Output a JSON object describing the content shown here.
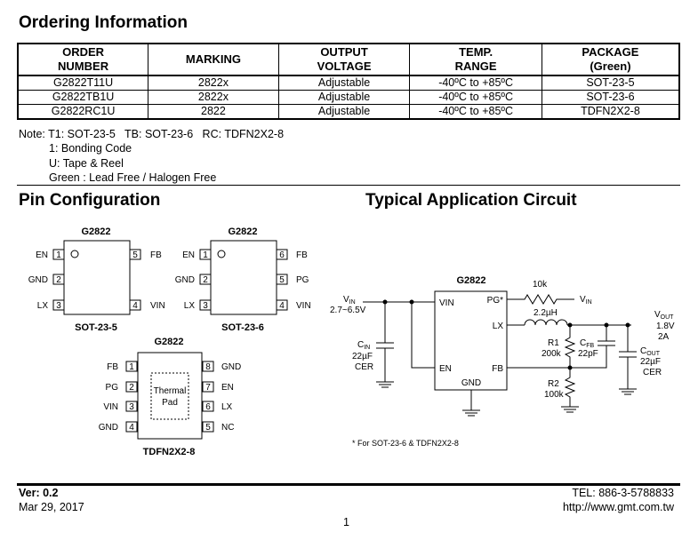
{
  "ordering": {
    "title": "Ordering Information",
    "headers": [
      [
        "ORDER",
        "NUMBER"
      ],
      [
        "MARKING"
      ],
      [
        "OUTPUT",
        "VOLTAGE"
      ],
      [
        "TEMP.",
        "RANGE"
      ],
      [
        "PACKAGE",
        "(Green)"
      ]
    ],
    "rows": [
      [
        "G2822T11U",
        "2822x",
        "Adjustable",
        "-40ºC to +85ºC",
        "SOT-23-5"
      ],
      [
        "G2822TB1U",
        "2822x",
        "Adjustable",
        "-40ºC to +85ºC",
        "SOT-23-6"
      ],
      [
        "G2822RC1U",
        "2822",
        "Adjustable",
        "-40ºC to +85ºC",
        "TDFN2X2-8"
      ]
    ]
  },
  "notes": {
    "line1": "Note: T1: SOT-23-5   TB: SOT-23-6   RC: TDFN2X2-8",
    "line2": "1: Bonding Code",
    "line3": "U: Tape & Reel",
    "line4": "Green : Lead Free / Halogen Free"
  },
  "pin_config": {
    "title": "Pin Configuration",
    "sot235": {
      "chip": "G2822",
      "package": "SOT-23-5",
      "left": [
        [
          "EN",
          "1"
        ],
        [
          "GND",
          "2"
        ],
        [
          "LX",
          "3"
        ]
      ],
      "right": [
        [
          "5",
          "FB"
        ],
        [
          "4",
          "VIN"
        ]
      ]
    },
    "sot236": {
      "chip": "G2822",
      "package": "SOT-23-6",
      "left": [
        [
          "EN",
          "1"
        ],
        [
          "GND",
          "2"
        ],
        [
          "LX",
          "3"
        ]
      ],
      "right": [
        [
          "6",
          "FB"
        ],
        [
          "5",
          "PG"
        ],
        [
          "4",
          "VIN"
        ]
      ]
    },
    "tdfn": {
      "chip": "G2822",
      "package": "TDFN2X2-8",
      "pad_line1": "Thermal",
      "pad_line2": "Pad",
      "left": [
        [
          "FB",
          "1"
        ],
        [
          "PG",
          "2"
        ],
        [
          "VIN",
          "3"
        ],
        [
          "GND",
          "4"
        ]
      ],
      "right": [
        [
          "8",
          "GND"
        ],
        [
          "7",
          "EN"
        ],
        [
          "6",
          "LX"
        ],
        [
          "5",
          "NC"
        ]
      ]
    }
  },
  "circuit": {
    "title": "Typical Application Circuit",
    "chip": "G2822",
    "pin_vin": "VIN",
    "pin_pg": "PG*",
    "pin_lx": "LX",
    "pin_en": "EN",
    "pin_fb": "FB",
    "pin_gnd": "GND",
    "vin_label": "V",
    "vin_sub": "IN",
    "vin_range": "2.7~6.5V",
    "cin_label": "C",
    "cin_sub": "IN",
    "cin_value": "22µF",
    "cin_type": "CER",
    "r_pg": "10k",
    "vin_out_label": "V",
    "vin_out_sub": "IN",
    "inductor": "2.2µH",
    "r1": "R1",
    "r1_value": "200k",
    "cfb": "C",
    "cfb_sub": "FB",
    "cfb_value": "22pF",
    "r2": "R2",
    "r2_value": "100k",
    "vout_label": "V",
    "vout_sub": "OUT",
    "vout_value": "1.8V",
    "vout_current": "2A",
    "cout_label": "C",
    "cout_sub": "OUT",
    "cout_value": "22µF",
    "cout_type": "CER",
    "footnote": "* For SOT-23-6 & TDFN2X2-8"
  },
  "footer": {
    "version": "Ver: 0.2",
    "date": "Mar 29, 2017",
    "tel": "TEL: 886-3-5788833",
    "url": "http://www.gmt.com.tw",
    "page": "1"
  }
}
